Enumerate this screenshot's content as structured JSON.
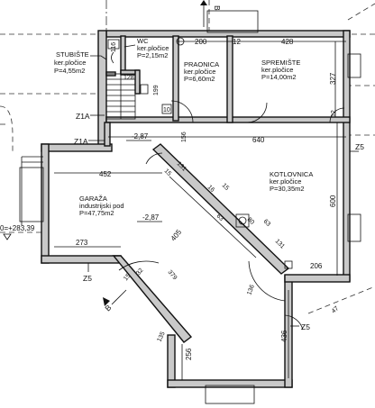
{
  "rooms": {
    "stubiste": {
      "name": "STUBIŠTE",
      "floor": "ker.pločice",
      "area": "P=4,55m2"
    },
    "wc": {
      "name": "WC",
      "floor": "ker.pločice",
      "area": "P=2,15m2"
    },
    "praonica": {
      "name": "PRAONICA",
      "floor": "ker.pločice",
      "area": "P=6,60m2"
    },
    "spremiste": {
      "name": "SPREMIŠTE",
      "floor": "ker.pločice",
      "area": "P=14,00m2"
    },
    "kotlovnica": {
      "name": "KOTLOVNICA",
      "floor": "ker.pločice",
      "area": "P=30,35m2"
    },
    "garaza": {
      "name": "GARAŽA",
      "floor": "industrijski pod",
      "area": "P=47,75m2"
    }
  },
  "dimensions": {
    "d200": "200",
    "d12a": "12",
    "d428": "428",
    "d116": "116",
    "d128": "128",
    "d199": "199",
    "d10": "10",
    "d327": "327",
    "d12b": "12",
    "d156": "156",
    "d640": "640",
    "d452": "452",
    "d600": "600",
    "d273": "273",
    "d206": "206",
    "d405": "405",
    "d131a": "131",
    "d131b": "131",
    "d80": "80",
    "d63": "63",
    "d15": "15",
    "d32": "32",
    "d379": "379",
    "d136": "136",
    "d436": "436",
    "d256": "256",
    "d135": "135",
    "d47": "47",
    "d15b": "15",
    "d16": "16",
    "d63b": "63",
    "d15c": "15"
  },
  "levels": {
    "l1": "-2,87",
    "l2": "-2,87",
    "ext": "0=+283,39"
  },
  "tags": {
    "z1a_1": "Z1A",
    "z1a_2": "Z1A",
    "z5_1": "Z5",
    "z5_2": "Z5",
    "z5_3": "Z5",
    "b_top": "B",
    "b_bottom": "B"
  }
}
